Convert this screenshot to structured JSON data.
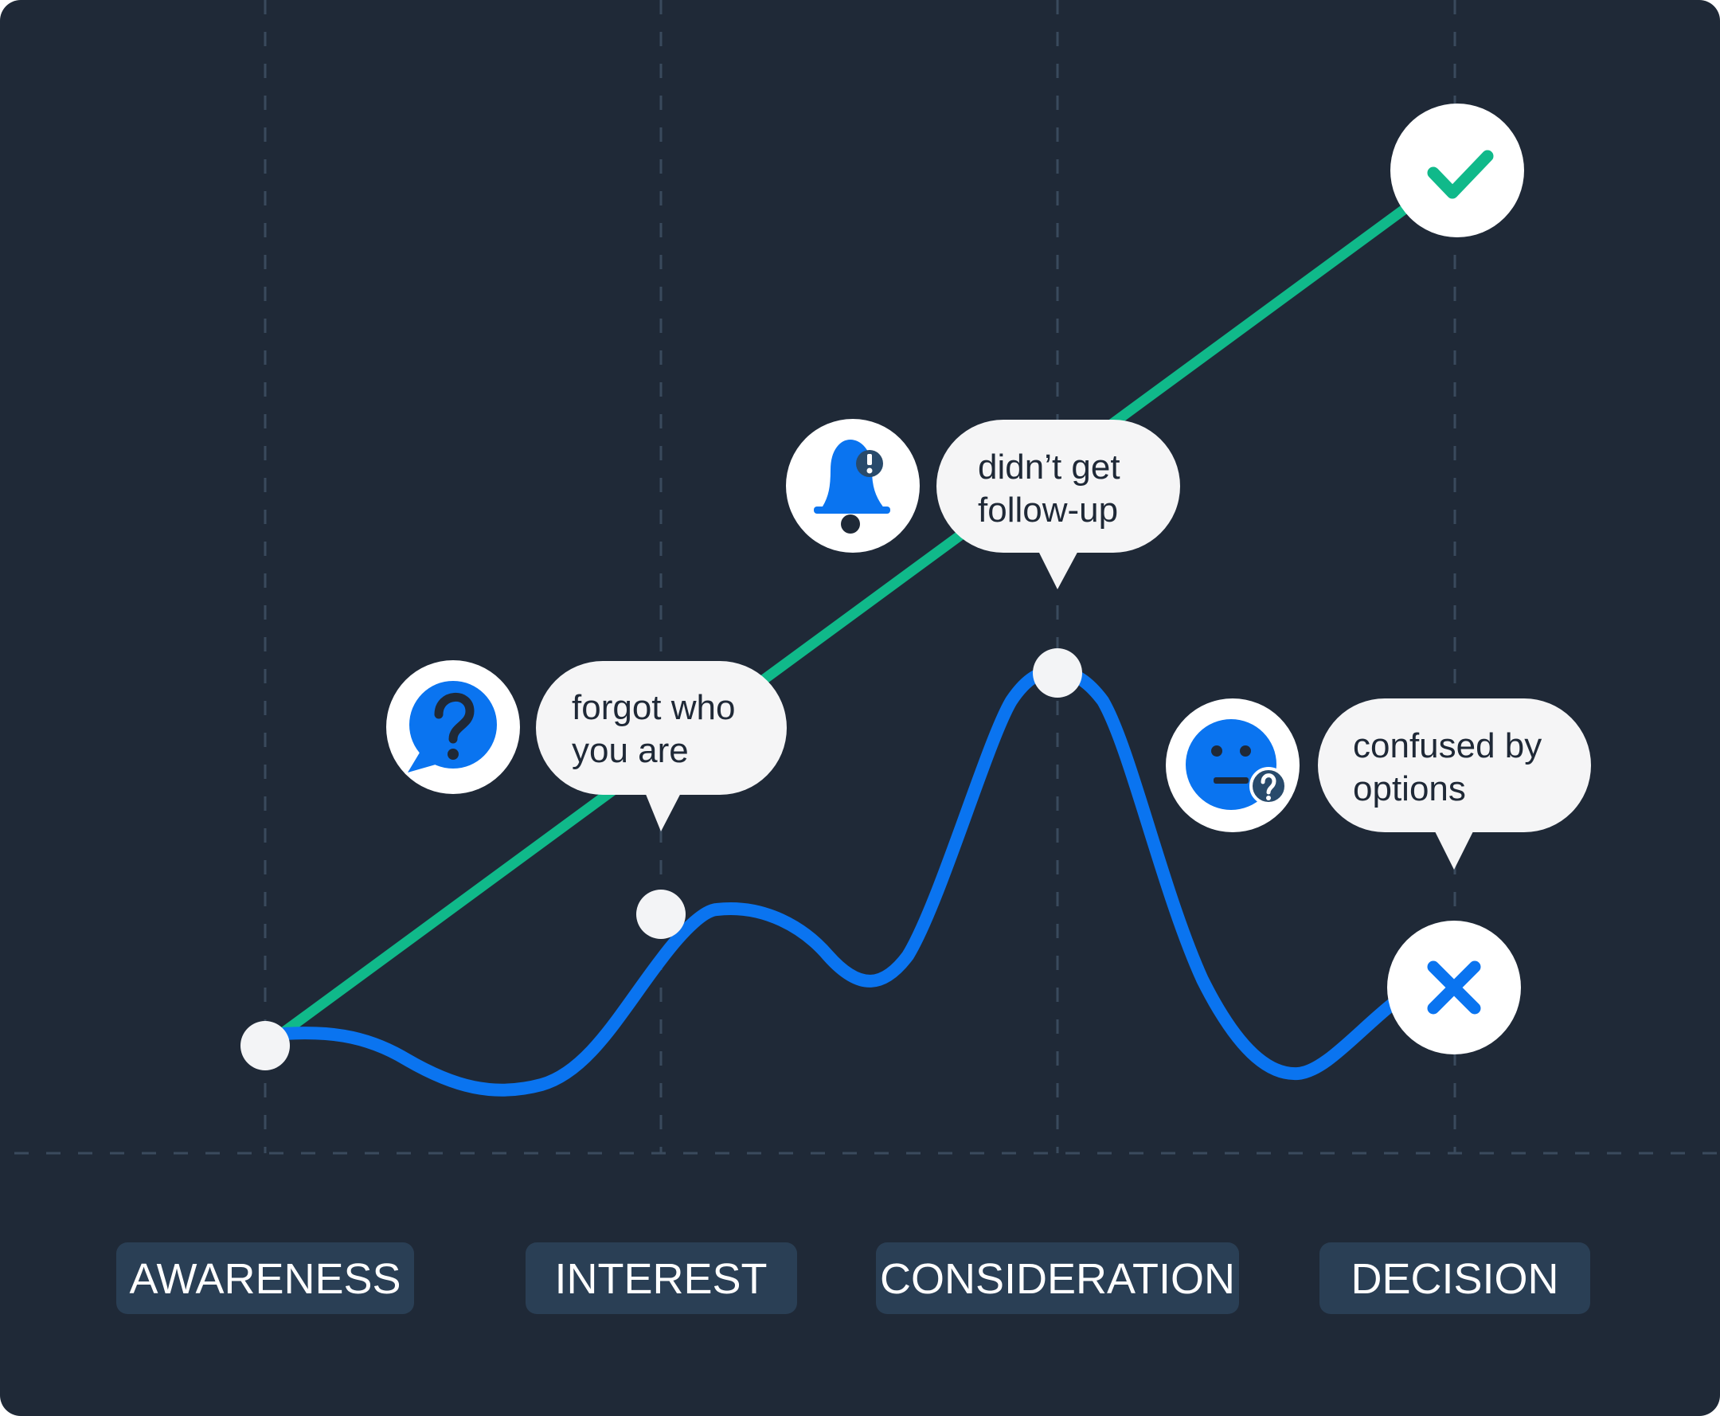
{
  "colors": {
    "background": "#1f2937",
    "grid": "#3a4a5d",
    "ideal_line": "#10b98a",
    "actual_line": "#0a74f0",
    "node": "#f3f4f6",
    "bubble": "#f5f5f6",
    "bubble_text": "#1f2937",
    "stage_pill": "#2a3f55",
    "stage_text": "#ffffff",
    "icon_dark": "#284a6b"
  },
  "stages": [
    {
      "label": "AWARENESS"
    },
    {
      "label": "INTEREST"
    },
    {
      "label": "CONSIDERATION"
    },
    {
      "label": "DECISION"
    }
  ],
  "callouts": [
    {
      "line1": "forgot who",
      "line2": "you are",
      "icon": "question-chat-icon"
    },
    {
      "line1": "didn’t get",
      "line2": "follow-up",
      "icon": "bell-alert-icon"
    },
    {
      "line1": "confused by",
      "line2": "options",
      "icon": "confused-face-icon"
    }
  ],
  "end_states": {
    "ideal": "check-icon",
    "actual": "x-icon"
  }
}
